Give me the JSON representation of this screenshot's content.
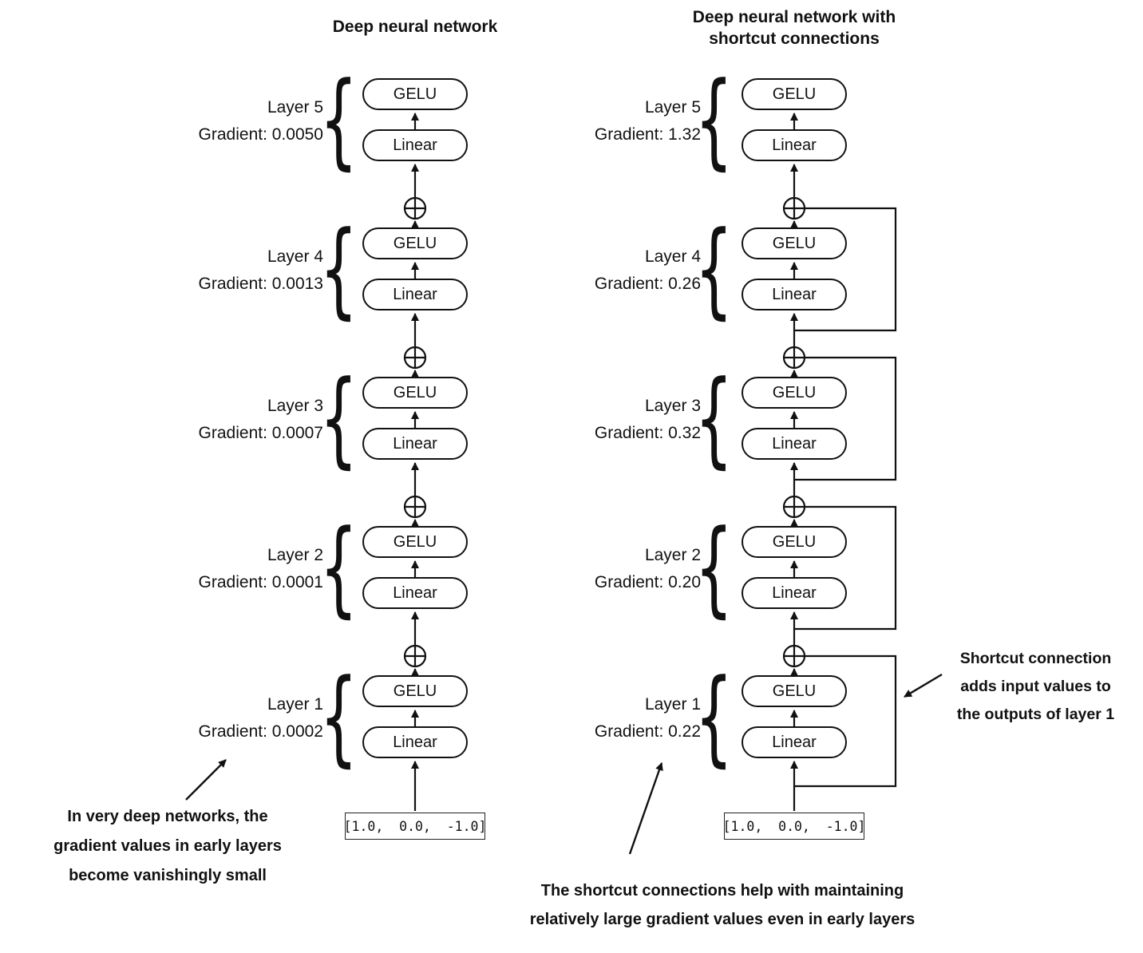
{
  "glyphs": {
    "brace": "{"
  },
  "box_labels": {
    "activation": "GELU",
    "linear": "Linear"
  },
  "left": {
    "title": "Deep neural network",
    "input_vector": "[1.0,  0.0,  -1.0]",
    "layers": [
      {
        "name": "Layer 1",
        "gradient": "Gradient: 0.0002"
      },
      {
        "name": "Layer 2",
        "gradient": "Gradient: 0.0001"
      },
      {
        "name": "Layer 3",
        "gradient": "Gradient: 0.0007"
      },
      {
        "name": "Layer 4",
        "gradient": "Gradient: 0.0013"
      },
      {
        "name": "Layer 5",
        "gradient": "Gradient: 0.0050"
      }
    ]
  },
  "right": {
    "title": "Deep neural network with\nshortcut connections",
    "input_vector": "[1.0,  0.0,  -1.0]",
    "layers": [
      {
        "name": "Layer 1",
        "gradient": "Gradient: 0.22"
      },
      {
        "name": "Layer 2",
        "gradient": "Gradient: 0.20"
      },
      {
        "name": "Layer 3",
        "gradient": "Gradient: 0.32"
      },
      {
        "name": "Layer 4",
        "gradient": "Gradient: 0.26"
      },
      {
        "name": "Layer 5",
        "gradient": "Gradient: 1.32"
      }
    ]
  },
  "annotations": {
    "vanishing_note": "In very deep networks, the\ngradient values in early layers\nbecome vanishingly small",
    "shortcut_note": "The shortcut connections help with maintaining\nrelatively large gradient values even in early layers",
    "shortcut_pointer_note": "Shortcut connection\nadds input values to\nthe outputs of layer 1"
  }
}
